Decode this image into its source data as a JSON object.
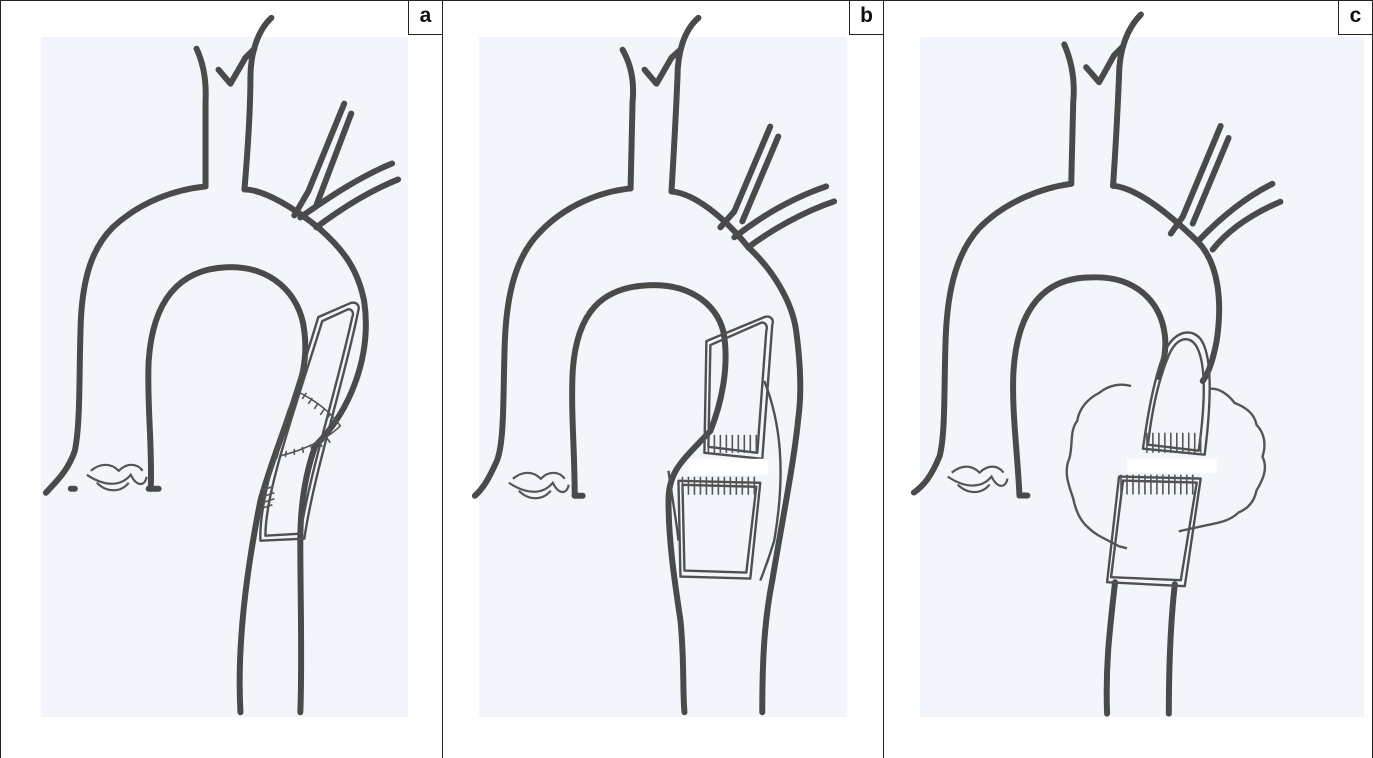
{
  "panels": [
    {
      "id": "a",
      "label": "a"
    },
    {
      "id": "b",
      "label": "b"
    },
    {
      "id": "c",
      "label": "c"
    }
  ],
  "colors": {
    "ink": "#4a4a4a",
    "paper": "#f2f6fb",
    "border": "#222222"
  }
}
